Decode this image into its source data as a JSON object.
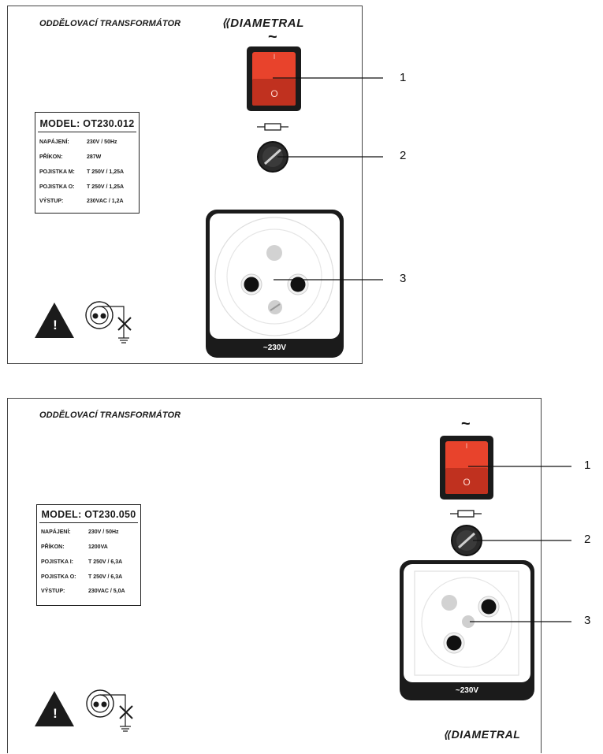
{
  "top_panel": {
    "title": "ODDĚLOVACÍ TRANSFORMÁTOR",
    "brand": "DIAMETRAL",
    "ac_symbol": "~",
    "switch_on": "I",
    "switch_off": "O",
    "model": "MODEL: OT230.012",
    "specs": [
      {
        "key": "NAPÁJENÍ:",
        "value": "230V / 50Hz"
      },
      {
        "key": "PŘÍKON:",
        "value": "287W"
      },
      {
        "key": "POJISTKA M:",
        "value": "T 250V / 1,25A"
      },
      {
        "key": "POJISTKA O:",
        "value": "T 250V / 1,25A"
      },
      {
        "key": "VÝSTUP:",
        "value": "230VAC / 1,2A"
      }
    ],
    "socket_label": "~230V",
    "callouts": [
      "1",
      "2",
      "3"
    ],
    "warning_mark": "!"
  },
  "bottom_panel": {
    "title": "ODDĚLOVACÍ TRANSFORMÁTOR",
    "brand": "DIAMETRAL",
    "ac_symbol": "~",
    "switch_on": "I",
    "switch_off": "O",
    "model": "MODEL: OT230.050",
    "specs": [
      {
        "key": "NAPÁJENÍ:",
        "value": "230V / 50Hz"
      },
      {
        "key": "PŘÍKON:",
        "value": "1200VA"
      },
      {
        "key": "POJISTKA I:",
        "value": "T 250V / 6,3A"
      },
      {
        "key": "POJISTKA O:",
        "value": "T 250V / 6,3A"
      },
      {
        "key": "VÝSTUP:",
        "value": "230VAC / 5,0A"
      }
    ],
    "socket_label": "~230V",
    "callouts": [
      "1",
      "2",
      "3"
    ],
    "warning_mark": "!"
  },
  "colors": {
    "switch_red": "#e8432c",
    "switch_dark": "#c0311f",
    "ink": "#1a1a1a"
  },
  "icons": [
    "warning-triangle-icon",
    "double-insulation-icon",
    "fuse-icon",
    "fuse-holder-icon",
    "power-switch-icon",
    "power-socket-icon",
    "brand-logo-icon"
  ]
}
